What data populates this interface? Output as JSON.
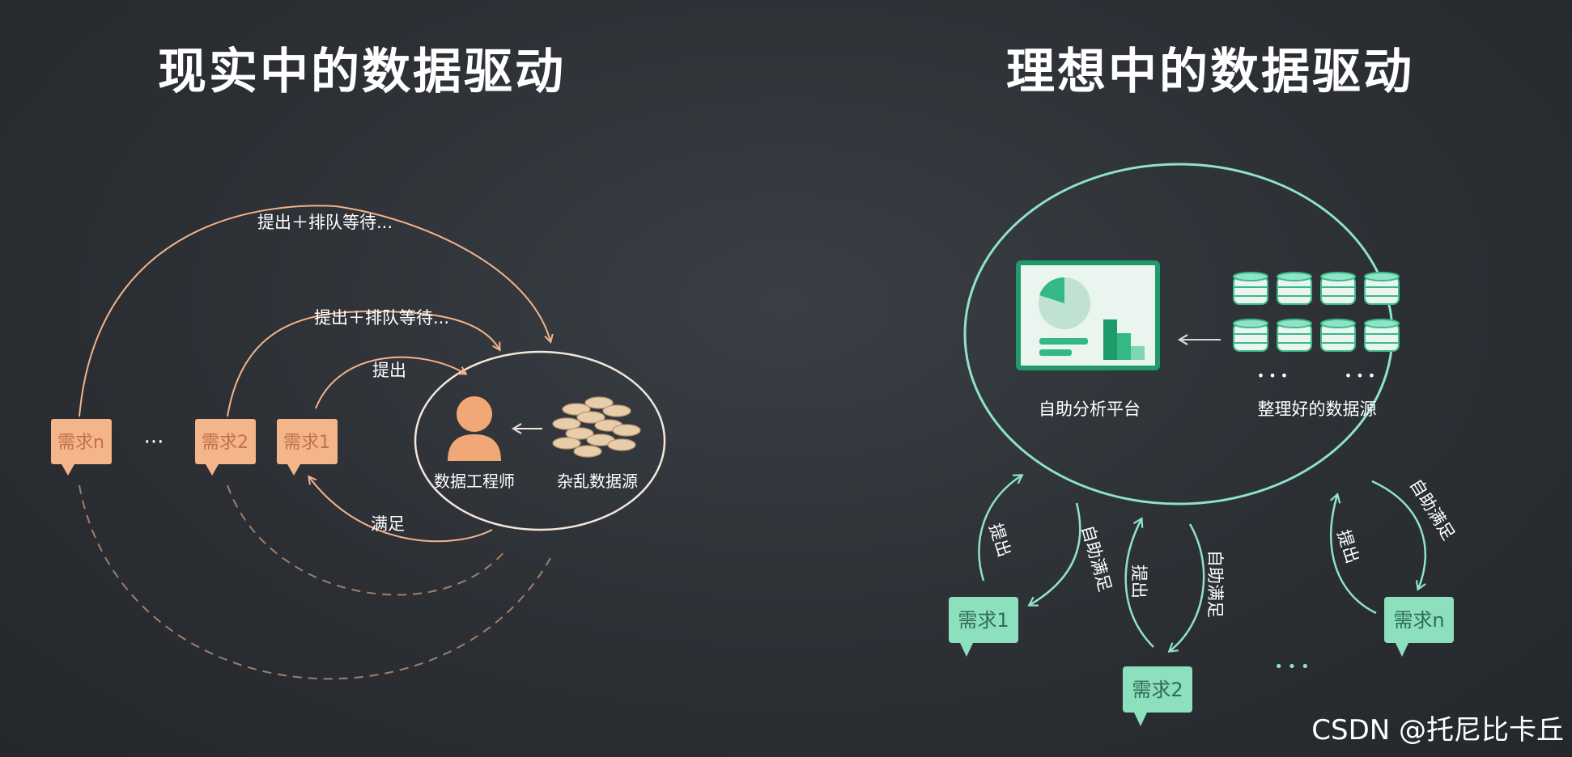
{
  "left": {
    "title": "现实中的数据驱动",
    "requests": [
      "需求n",
      "需求2",
      "需求1"
    ],
    "ellipsis": "···",
    "arrow_labels": [
      "提出＋排队等待...",
      "提出＋排队等待...",
      "提出",
      "满足"
    ],
    "engineer_label": "数据工程师",
    "source_label": "杂乱数据源"
  },
  "right": {
    "title": "理想中的数据驱动",
    "platform_label": "自助分析平台",
    "sources_label": "整理好的数据源",
    "sources_ellipsis": [
      "• • •",
      "• • •"
    ],
    "requests": [
      "需求1",
      "需求2",
      "需求n"
    ],
    "ellipsis": "• • •",
    "propose_label": "提出",
    "satisfy_label": "自助满足"
  },
  "watermark": "CSDN @托尼比卡丘",
  "colors": {
    "left_accent": "#f2b48b",
    "left_box": "#f4b58a",
    "left_box_text": "#c0714a",
    "right_accent": "#8fe3c6",
    "right_box": "#8de0bd",
    "right_box_text": "#2e6b55",
    "platform_green": "#1f9a6a"
  }
}
